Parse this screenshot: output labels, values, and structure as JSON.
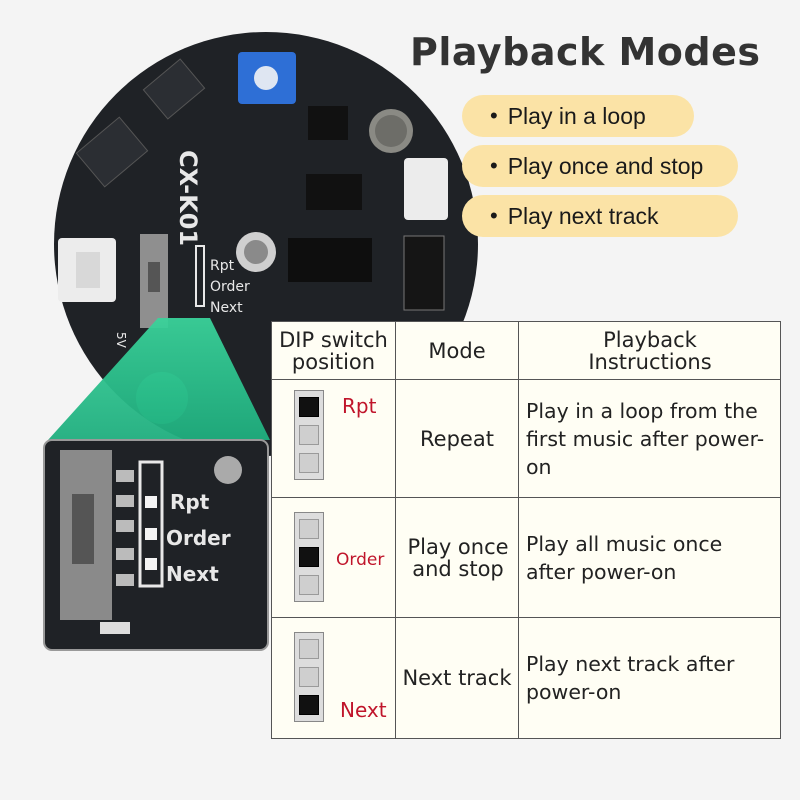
{
  "title": "Playback Modes",
  "modes": [
    {
      "text": "Play in a loop"
    },
    {
      "text": "Play once and stop"
    },
    {
      "text": "Play next track"
    }
  ],
  "board": {
    "model": "CX-K01",
    "labels": {
      "rpt": "Rpt",
      "order": "Order",
      "next": "Next",
      "five_v": "5V"
    }
  },
  "table": {
    "headers": {
      "switch": "DIP switch position",
      "mode": "Mode",
      "instructions": "Playback Instructions"
    },
    "rows": [
      {
        "switch_label": "Rpt",
        "mode": "Repeat",
        "instructions": "Play in a loop from the first music after power-on"
      },
      {
        "switch_label": "Order",
        "mode": "Play once and stop",
        "instructions": "Play all music once after power-on"
      },
      {
        "switch_label": "Next",
        "mode": "Next track",
        "instructions": "Play next track after power-on"
      }
    ]
  },
  "colors": {
    "pill": "#fbe3a6",
    "accent_red": "#c0152b",
    "board": "#1f2226",
    "highlight": "#3ad29a"
  }
}
